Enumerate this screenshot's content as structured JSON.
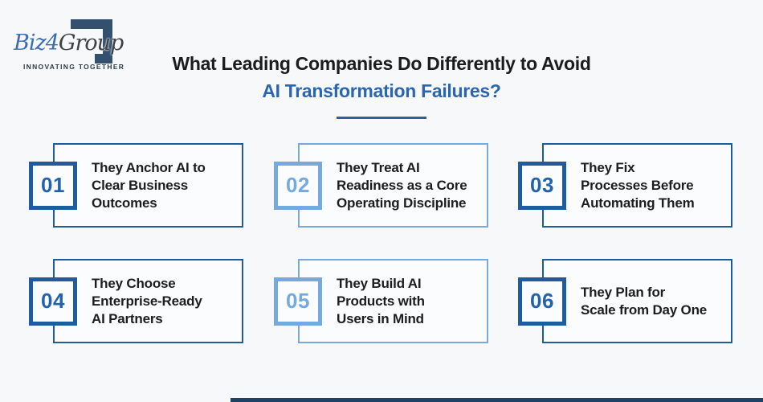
{
  "page": {
    "background": "#F7F8FA"
  },
  "logo": {
    "brand_prefix": "Biz",
    "brand_number": "4",
    "brand_suffix": "Group",
    "tagline": "INNOVATING TOGETHER",
    "colors": {
      "bracket_navy": "#33506F",
      "brand_blue": "#3A6DB3",
      "brand_gray": "#3E4246"
    }
  },
  "title": {
    "line1": "What Leading Companies Do Differently to Avoid",
    "line2": "AI Transformation Failures?",
    "line1_color": "#1B1C1E",
    "line2_color": "#2A65B0",
    "underline_color": "#2B5F9E"
  },
  "cards": [
    {
      "number": "01",
      "variant": "dark",
      "text": "They Anchor AI to\nClear Business\nOutcomes"
    },
    {
      "number": "02",
      "variant": "light",
      "text": "They Treat AI\nReadiness as a Core\nOperating Discipline"
    },
    {
      "number": "03",
      "variant": "dark",
      "text": "They Fix\nProcesses Before\nAutomating Them"
    },
    {
      "number": "04",
      "variant": "dark",
      "text": "They Choose\nEnterprise-Ready\nAI Partners"
    },
    {
      "number": "05",
      "variant": "light",
      "text": "They Build AI\nProducts with\nUsers in Mind"
    },
    {
      "number": "06",
      "variant": "dark",
      "text": "They Plan for\nScale from Day One"
    }
  ],
  "card_colors": {
    "dark_blue_border": "#1F5C9F",
    "light_blue_border": "#74AADF",
    "text_color": "#1D1D1F"
  },
  "footer": {
    "bar_color": "#1E4166"
  }
}
